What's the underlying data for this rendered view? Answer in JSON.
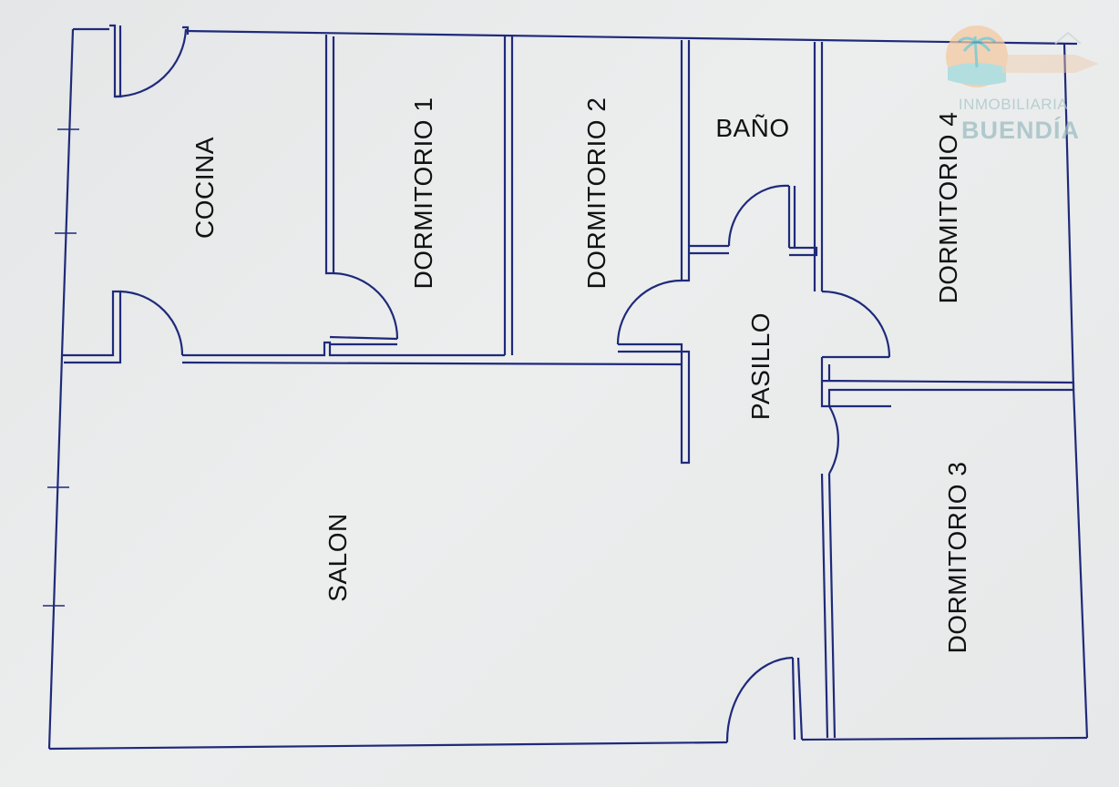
{
  "rooms": {
    "cocina": "COCINA",
    "dormitorio1": "DORMITORIO 1",
    "dormitorio2": "DORMITORIO 2",
    "bano": "BAÑO",
    "dormitorio4": "DORMITORIO 4",
    "pasillo": "PASILLO",
    "salon": "SALON",
    "dormitorio3": "DORMITORIO 3"
  },
  "logo": {
    "line1": "INMOBILIARIA",
    "line2": "BUENDÍA"
  },
  "colors": {
    "wall": "#1f2a7a",
    "background": "#e8eaeb",
    "logo_sun": "#f2b98a",
    "logo_sea": "#8fd3d8"
  }
}
